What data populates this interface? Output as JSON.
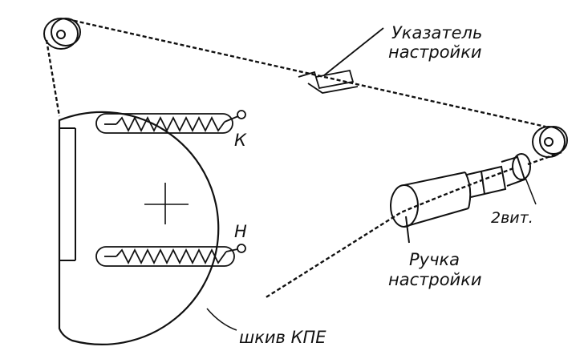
{
  "labels": {
    "pointer_line1": "Указатель",
    "pointer_line2": "настройки",
    "spring_top": "К",
    "spring_bottom": "Н",
    "turns": "2вит.",
    "knob_line1": "Ручка",
    "knob_line2": "настройки",
    "pulley": "шкив КПЕ"
  },
  "colors": {
    "ink": "#111111",
    "paper": "#ffffff"
  }
}
